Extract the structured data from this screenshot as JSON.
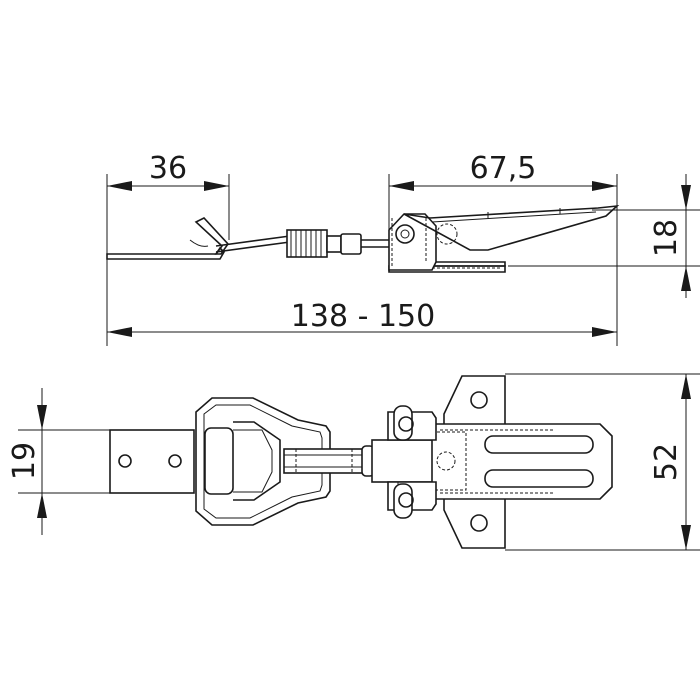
{
  "dimensions": {
    "top_left_width": "36",
    "top_right_width": "67,5",
    "height_side": "18",
    "overall_length": "138 - 150",
    "bottom_left_height": "19",
    "bottom_right_height": "52"
  }
}
